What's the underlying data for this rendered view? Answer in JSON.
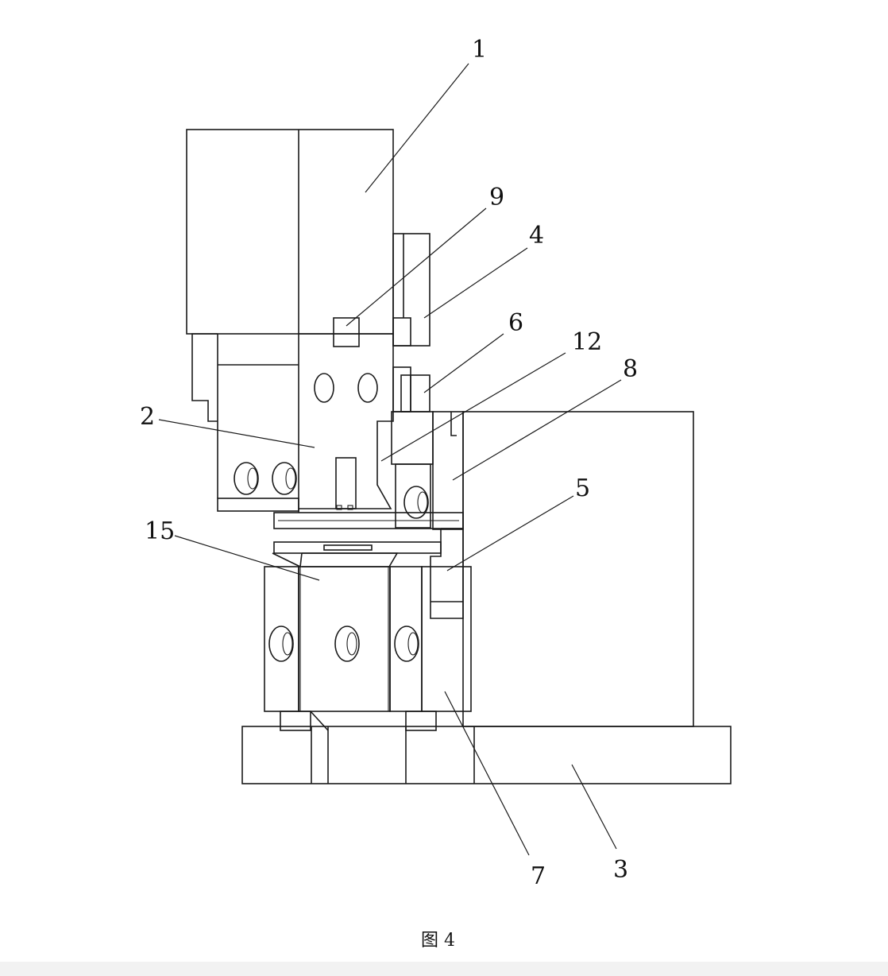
{
  "figure": {
    "caption": "图 4",
    "labels": [
      {
        "id": "1",
        "text": "1"
      },
      {
        "id": "9",
        "text": "9"
      },
      {
        "id": "4",
        "text": "4"
      },
      {
        "id": "6",
        "text": "6"
      },
      {
        "id": "12",
        "text": "12"
      },
      {
        "id": "8",
        "text": "8"
      },
      {
        "id": "2",
        "text": "2"
      },
      {
        "id": "5",
        "text": "5"
      },
      {
        "id": "15",
        "text": "15"
      },
      {
        "id": "7",
        "text": "7"
      },
      {
        "id": "3",
        "text": "3"
      }
    ]
  },
  "colors": {
    "line": "#1a1a1a",
    "background": "#ffffff"
  }
}
